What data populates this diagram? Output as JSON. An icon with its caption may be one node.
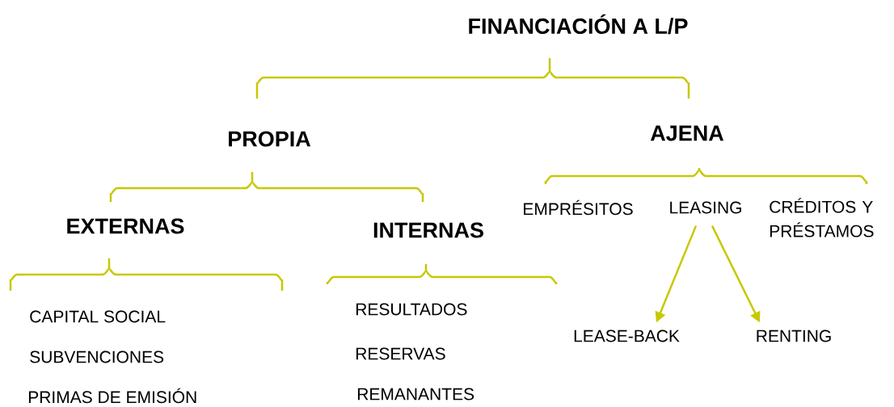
{
  "diagram": {
    "title": "FINANCIACIÓN A L/P",
    "nodes": [
      {
        "text": [
          "LEASING"
        ]
      },
      {
        "text": [
          "LEASE-BACK"
        ]
      },
      {
        "text": [
          "RENTING"
        ]
      }
    ],
    "edges": [
      {
        "from": 0,
        "to": 1,
        "arrow": "to"
      },
      {
        "from": 0,
        "to": 2,
        "arrow": "to"
      }
    ],
    "labels": [
      "PROPIA",
      "AJENA",
      "EXTERNAS",
      "INTERNAS",
      "EMPRÉSITOS",
      "CRÉDITOS Y PRÉSTAMOS",
      "CAPITAL  SOCIAL",
      "SUBVENCIONES",
      "PRIMAS DE EMISIÓN",
      "RESULTADOS",
      "RESERVAS",
      "REMANANTES"
    ]
  }
}
